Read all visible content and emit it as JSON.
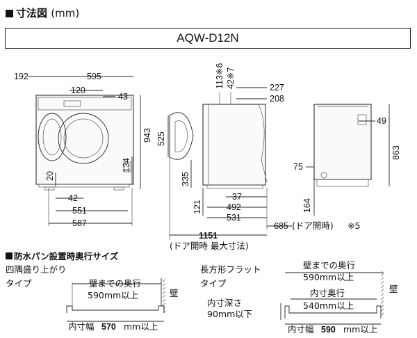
{
  "title": "寸法図",
  "unit": "(mm)",
  "model": "AQW-D12N",
  "front_view": {
    "dims": [
      "192",
      "595",
      "120",
      "43",
      "943",
      "134",
      "20",
      "42",
      "551",
      "587"
    ]
  },
  "side_view": {
    "dims": [
      "525",
      "335",
      "121",
      "37",
      "492",
      "531",
      "113※6",
      "42※7",
      "227",
      "208",
      "685",
      "1151"
    ],
    "door_open_label": "(ドア開時)",
    "note5": "※5",
    "max_label": "(ドア開時 最大寸法)"
  },
  "rear_view": {
    "dims": [
      "49",
      "863",
      "75",
      "164"
    ]
  },
  "pan_section": {
    "title": "防水パン設置時奥行サイズ",
    "type_a": {
      "name_line1": "四隅盛り上がり",
      "name_line2": "タイプ",
      "depth_label": "壁までの奥行",
      "depth_value": "590mm以上",
      "wall": "壁",
      "width_label": "内寸幅",
      "width_value": "570",
      "width_suffix": "mm以上"
    },
    "type_b": {
      "name_line1": "長方形フラット",
      "name_line2": "タイプ",
      "depth_label": "壁までの奥行",
      "depth_value": "590mm以上",
      "inner_label": "内寸奥行",
      "inner_value": "540mm以上",
      "height_label": "内寸深さ",
      "height_value": "90mm以下",
      "wall": "壁",
      "width_label": "内寸幅",
      "width_value": "590",
      "width_suffix": "mm以上"
    }
  }
}
